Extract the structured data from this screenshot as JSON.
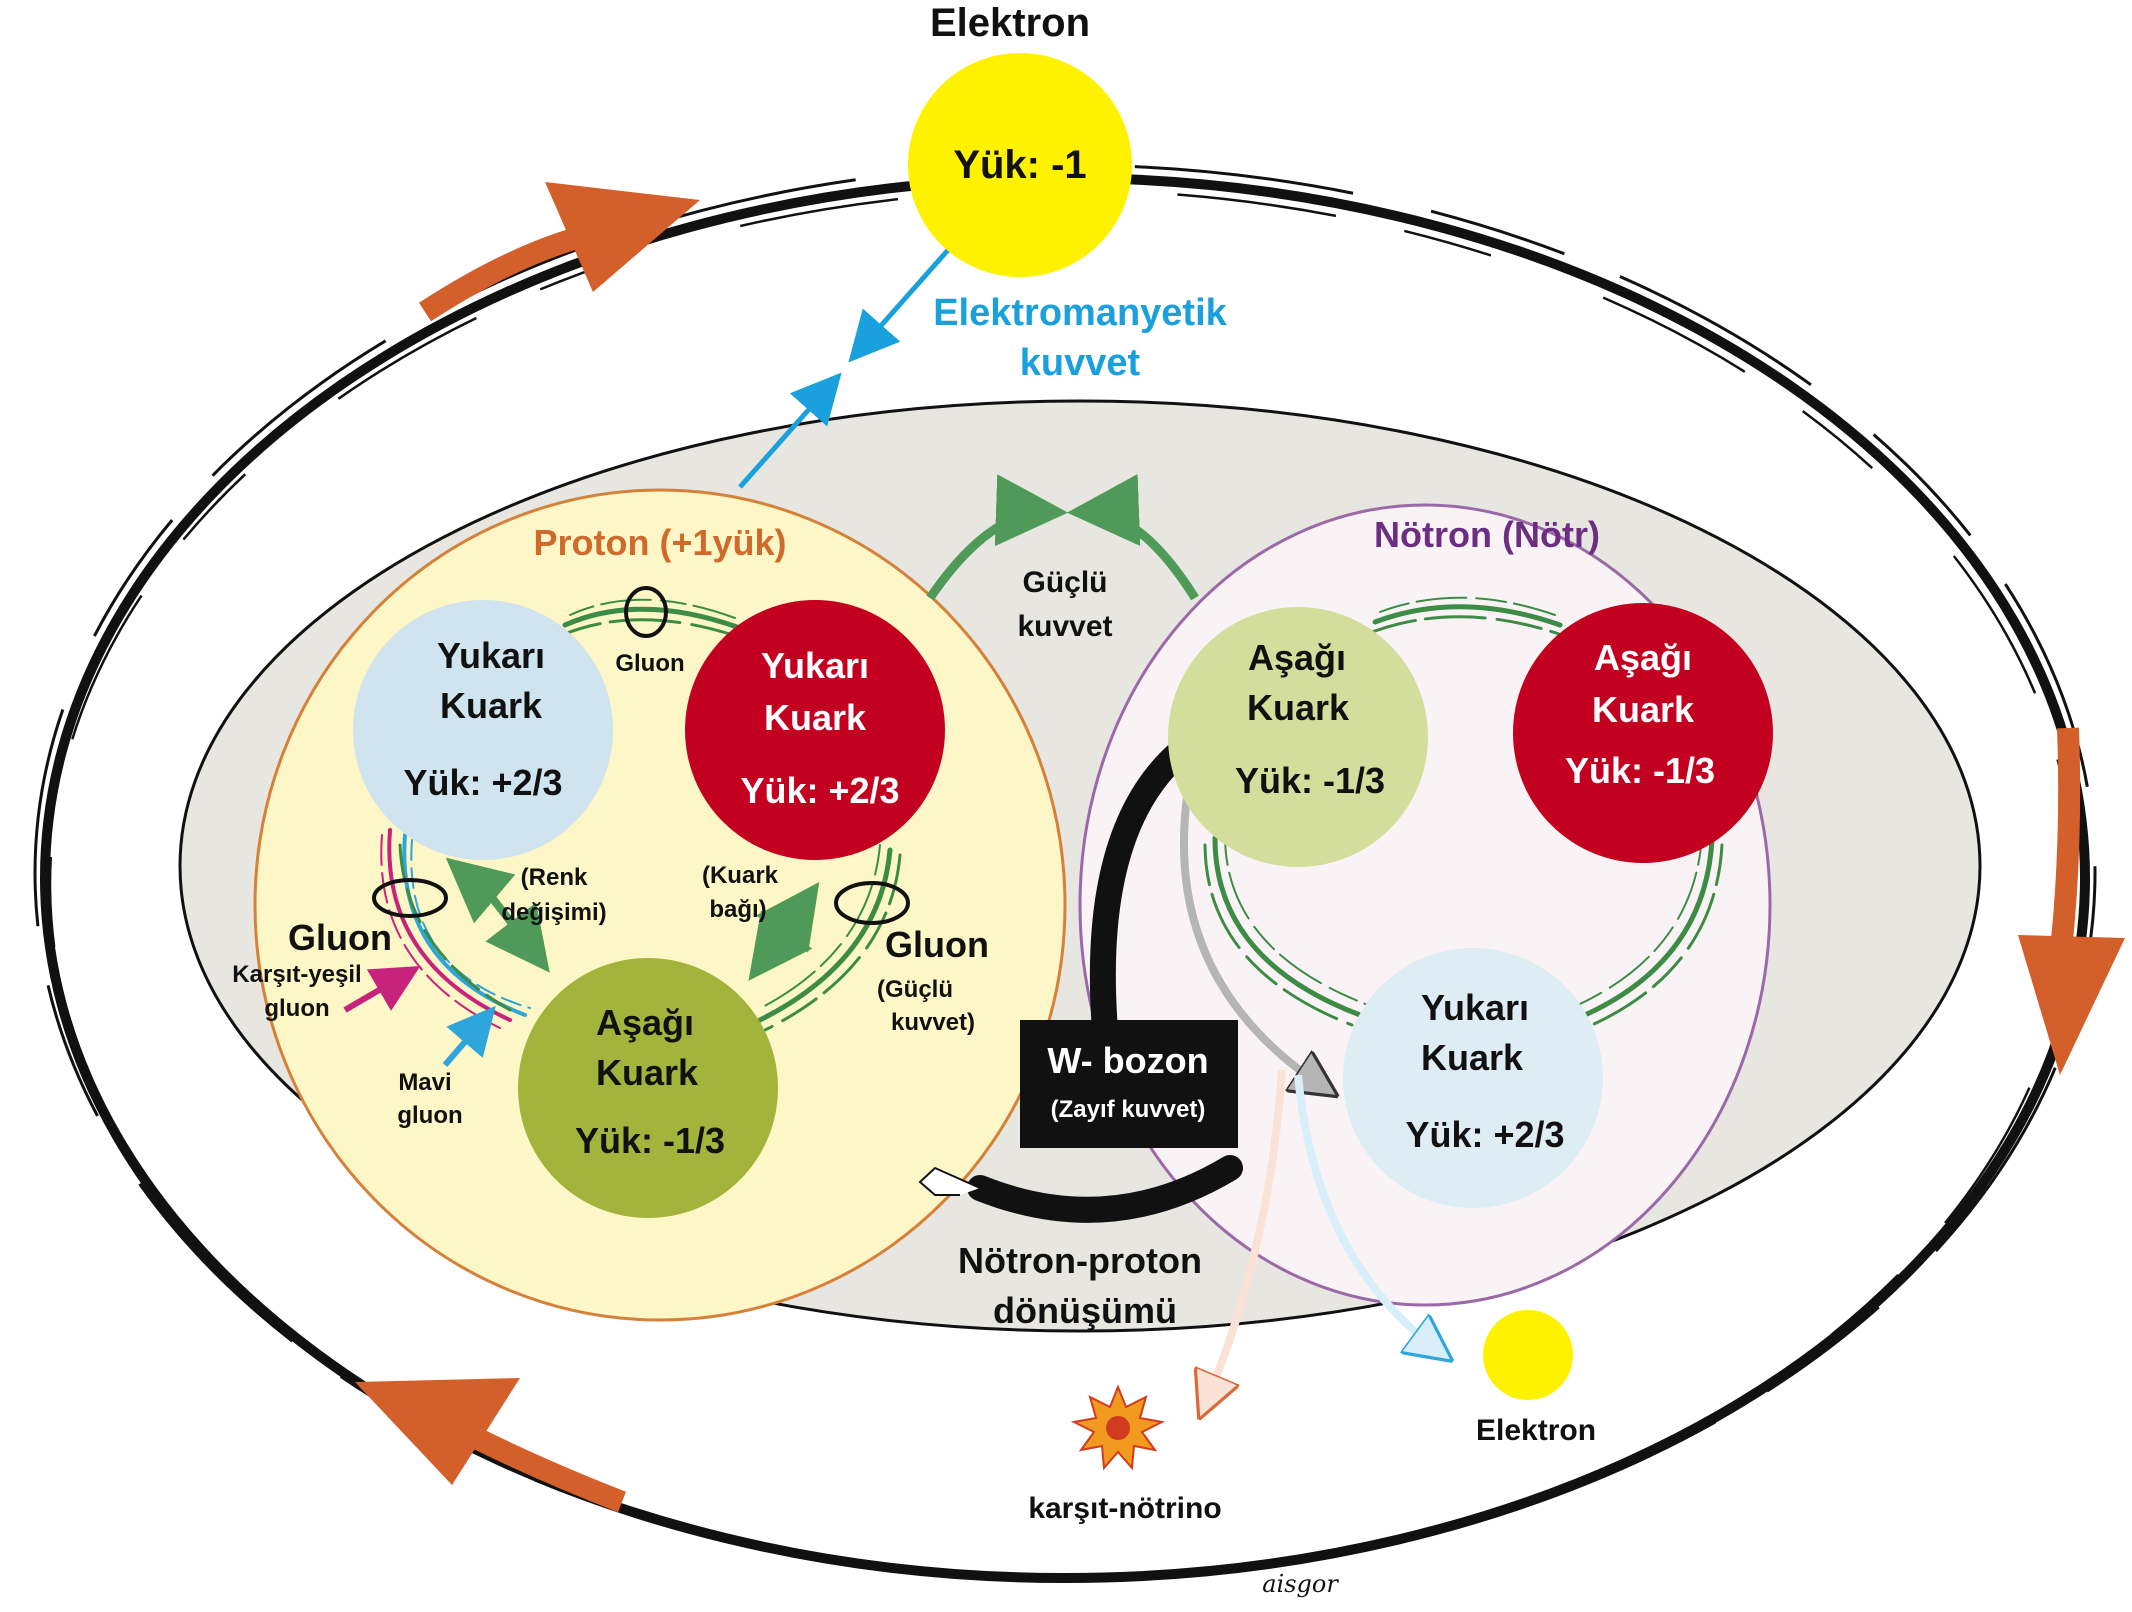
{
  "atom": {
    "electron_top": {
      "title": "Elektron",
      "charge": "Yük: -1"
    },
    "em_force": {
      "line1": "Elektromanyetik",
      "line2": "kuvvet"
    },
    "strong_force_center": {
      "line1": "Güçlü",
      "line2": "kuvvet"
    },
    "signature": "aisgor"
  },
  "proton": {
    "title": "Proton (+1yük)",
    "quark_up_blue": {
      "line1": "Yukarı",
      "line2": "Kuark",
      "charge": "Yük: +2/3"
    },
    "quark_up_red": {
      "line1": "Yukarı",
      "line2": "Kuark",
      "charge": "Yük: +2/3"
    },
    "quark_down_green": {
      "line1": "Aşağı",
      "line2": "Kuark",
      "charge": "Yük: -1/3"
    },
    "gluon_top": "Gluon",
    "gluon_left": "Gluon",
    "anti_green_gluon": {
      "line1": "Karşıt-yeşil",
      "line2": "gluon"
    },
    "blue_gluon": {
      "line1": "Mavi",
      "line2": "gluon"
    },
    "color_change": {
      "line1": "(Renk",
      "line2": "değişimi)"
    },
    "quark_bond": {
      "line1": "(Kuark",
      "line2": "bağı)"
    },
    "gluon_right": {
      "title": "Gluon",
      "line1": "(Güçlü",
      "line2": "kuvvet)"
    }
  },
  "neutron": {
    "title": "Nötron (Nötr)",
    "quark_down_green": {
      "line1": "Aşağı",
      "line2": "Kuark",
      "charge": "Yük: -1/3"
    },
    "quark_down_red": {
      "line1": "Aşağı",
      "line2": "Kuark",
      "charge": "Yük: -1/3"
    },
    "quark_up_blue": {
      "line1": "Yukarı",
      "line2": "Kuark",
      "charge": "Yük: +2/3"
    }
  },
  "decay": {
    "w_boson": {
      "line1": "W- bozon",
      "line2": "(Zayıf kuvvet)"
    },
    "conversion": {
      "line1": "Nötron-proton",
      "line2": "dönüşümü"
    },
    "electron_out": "Elektron",
    "antineutrino": "karşıt-nötrino"
  },
  "colors": {
    "nucleus_bg": "#e8e6e1",
    "proton_bg": "#fdf6c6",
    "proton_border": "#d5813a",
    "neutron_bg": "#faf3f6",
    "neutron_border": "#9b69a8",
    "quark_blue": "#cfe4ee",
    "quark_red": "#c40021",
    "quark_green_dark": "#a3b43d",
    "quark_green_light": "#d3dd9c",
    "electron_yellow": "#fff200",
    "orbit_arrow": "#d35f2b",
    "em_blue": "#1aa0dc",
    "gluon_green": "#3c8c45",
    "magenta": "#c7237d"
  }
}
